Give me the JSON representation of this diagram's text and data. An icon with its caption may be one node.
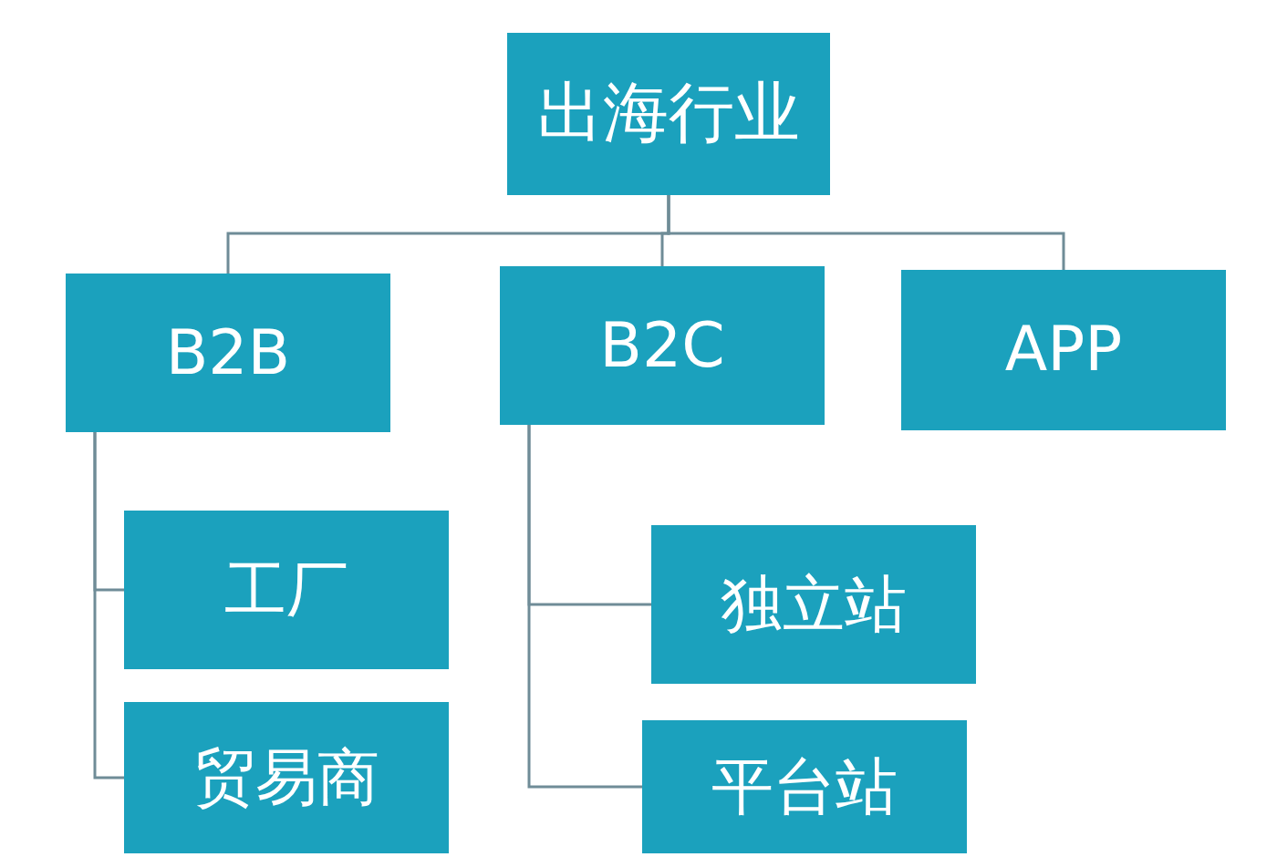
{
  "diagram": {
    "nodes": [
      {
        "text": [
          "出海行业"
        ]
      },
      {
        "text": [
          "B2B"
        ]
      },
      {
        "text": [
          "B2C"
        ]
      },
      {
        "text": [
          "APP"
        ]
      },
      {
        "text": [
          "工厂"
        ]
      },
      {
        "text": [
          "贸易商"
        ]
      },
      {
        "text": [
          "独立站"
        ]
      },
      {
        "text": [
          "平台站"
        ]
      }
    ],
    "edges": [
      {
        "from": 0,
        "to": 1,
        "arrow": "none"
      },
      {
        "from": 0,
        "to": 2,
        "arrow": "none"
      },
      {
        "from": 0,
        "to": 3,
        "arrow": "none"
      },
      {
        "from": 1,
        "to": 4,
        "arrow": "none"
      },
      {
        "from": 1,
        "to": 5,
        "arrow": "none"
      },
      {
        "from": 2,
        "to": 6,
        "arrow": "none"
      },
      {
        "from": 2,
        "to": 7,
        "arrow": "none"
      }
    ]
  }
}
